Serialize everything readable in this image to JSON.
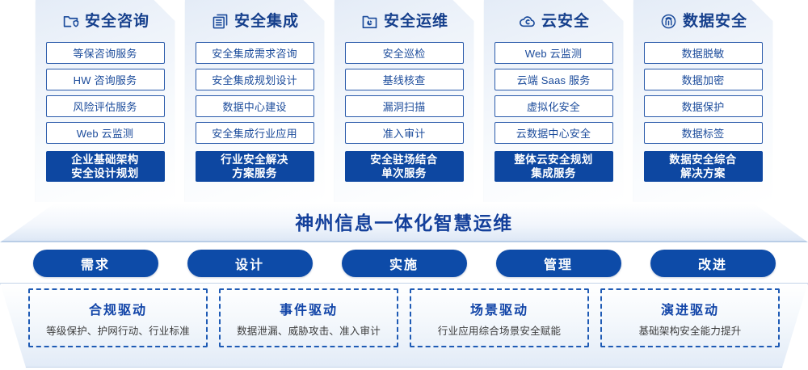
{
  "columns": [
    {
      "icon": "folder-shield-icon",
      "title": "安全咨询",
      "items": [
        "等保咨询服务",
        "HW 咨询服务",
        "风险评估服务",
        "Web 云监测"
      ],
      "highlight": [
        "企业基础架构",
        "安全设计规划"
      ]
    },
    {
      "icon": "stacked-documents-icon",
      "title": "安全集成",
      "items": [
        "安全集成需求咨询",
        "安全集成规划设计",
        "数据中心建设",
        "安全集成行业应用"
      ],
      "highlight": [
        "行业安全解决",
        "方案服务"
      ]
    },
    {
      "icon": "folder-chart-icon",
      "title": "安全运维",
      "items": [
        "安全巡检",
        "基线核查",
        "漏洞扫描",
        "准入审计"
      ],
      "highlight": [
        "安全驻场结合",
        "单次服务"
      ]
    },
    {
      "icon": "cloud-icon",
      "title": "云安全",
      "items": [
        "Web 云监测",
        "云端 Saas 服务",
        "虚拟化安全",
        "云数据中心安全"
      ],
      "highlight": [
        "整体云安全规划",
        "集成服务"
      ]
    },
    {
      "icon": "fingerprint-icon",
      "title": "数据安全",
      "items": [
        "数据脱敏",
        "数据加密",
        "数据保护",
        "数据标签"
      ],
      "highlight": [
        "数据安全综合",
        "解决方案"
      ]
    }
  ],
  "banner": {
    "title": "神州信息一体化智慧运维"
  },
  "stages": [
    {
      "label": "需求"
    },
    {
      "label": "设计"
    },
    {
      "label": "实施"
    },
    {
      "label": "管理"
    },
    {
      "label": "改进"
    }
  ],
  "drivers": [
    {
      "title": "合规驱动",
      "desc": "等级保护、护网行动、行业标准"
    },
    {
      "title": "事件驱动",
      "desc": "数据泄漏、威胁攻击、准入审计"
    },
    {
      "title": "场景驱动",
      "desc": "行业应用综合场景安全赋能"
    },
    {
      "title": "演进驱动",
      "desc": "基础架构安全能力提升"
    }
  ],
  "colors": {
    "brand_blue": "#0d47a1",
    "title_blue": "#153f8c",
    "item_border": "#2b5bab",
    "pill_blue": "#0d4ba8",
    "dashed_border": "#1f5bb5"
  }
}
